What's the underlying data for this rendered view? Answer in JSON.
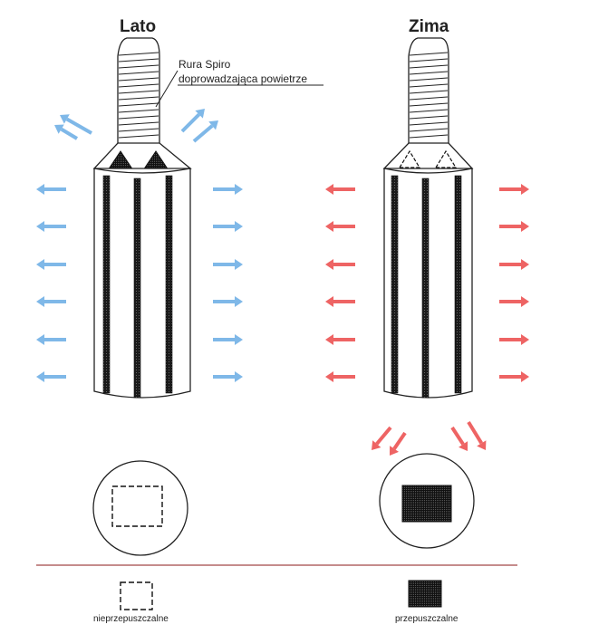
{
  "titles": {
    "summer": "Lato",
    "winter": "Zima"
  },
  "callout": {
    "line1": "Rura Spiro",
    "line2": "doprowadzająca powietrze"
  },
  "legend": {
    "impermeable": "nieprzepuszczalne",
    "permeable": "przepuszczalne"
  },
  "colors": {
    "summer_arrow": "#7fb8e8",
    "winter_arrow": "#ee6464",
    "divider": "#8b1a1a",
    "outline": "#222222"
  }
}
